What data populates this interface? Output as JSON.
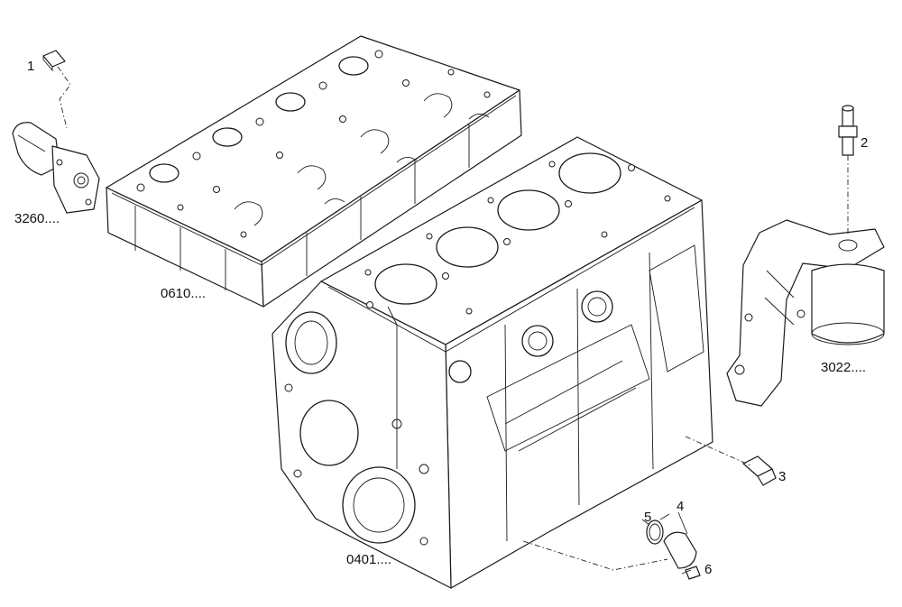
{
  "diagram": {
    "part_labels": {
      "thermostat_housing": "3260....",
      "cylinder_head": "0610....",
      "cylinder_block": "0401....",
      "oil_filter_support": "3022...."
    },
    "callouts": {
      "plug": "1",
      "sensor": "2",
      "drain_plug": "3",
      "cover": "4",
      "o_ring": "5",
      "bolt": "6"
    }
  }
}
